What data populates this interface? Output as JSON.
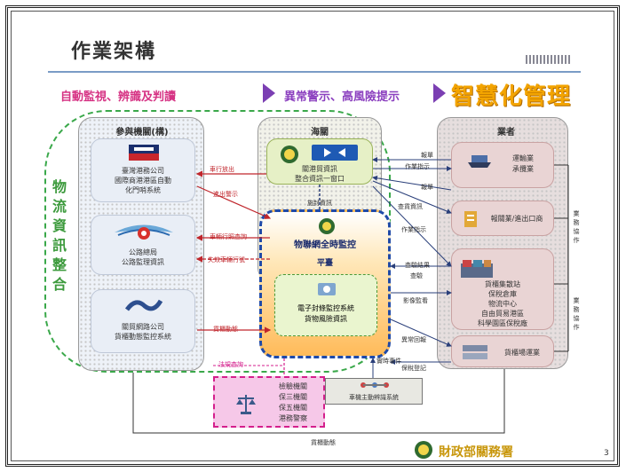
{
  "title": "作業架構",
  "banner": {
    "part1": "自動監視、辨識及判讀",
    "part2": "異常警示、高風險提示",
    "part3": "智慧化管理"
  },
  "side_title": [
    "物",
    "流",
    "資",
    "訊",
    "整",
    "合"
  ],
  "columns": {
    "left_head": "參與機關(構)",
    "mid_head": "海關",
    "right_head": "業者"
  },
  "left_boxes": [
    {
      "line1": "臺灣港務公司",
      "line2": "國際商港港區自動",
      "line3": "化門哨系統"
    },
    {
      "line1": "公路總局",
      "line2": "公路監理資訊",
      "line3": ""
    },
    {
      "line1": "關貿網路公司",
      "line2": "貨櫃動態監控系統",
      "line3": ""
    }
  ],
  "mid_box": {
    "line1": "關港貿資訊",
    "line2": "整合資訊一窗口"
  },
  "center": {
    "title": "物聯網全時監控",
    "sub": "平臺",
    "inner1": "電子封條監控系統",
    "inner2": "貨物風險資訊"
  },
  "right_boxes": [
    {
      "line1": "運輸業",
      "line2": "承攬業",
      "line3": "",
      "line4": "",
      "line5": ""
    },
    {
      "line1": "報關業/進出口商",
      "line2": "",
      "line3": "",
      "line4": "",
      "line5": ""
    },
    {
      "line1": "貨櫃集散站",
      "line2": "保稅倉庫",
      "line3": "物流中心",
      "line4": "自由貿易港區",
      "line5": "科學園區保稅廠"
    },
    {
      "line1": "貨櫃場運業",
      "line2": "",
      "line3": "",
      "line4": "",
      "line5": ""
    }
  ],
  "flows": {
    "door_inout": "車行放出",
    "inout_alarm": "進出警示",
    "vehicle_query": "車輛行照查詢",
    "driver_alarm": "失效車輛行號",
    "container_track": "貨櫃動態",
    "report1": "報單",
    "report2": "作業指示",
    "report3": "報單",
    "report4": "查貨資訊",
    "report5": "作業指示",
    "flow1": "施封資訊",
    "flow2": "查驗結果",
    "flow3": "查驗",
    "flow4": "影像監看",
    "flow5": "異常回報",
    "flow6": "保稅登記",
    "flow7": "實時事件",
    "bottom": "貨櫃動態",
    "pink_label": "法規查詢",
    "aside1": "業務協作",
    "aside2": "業務協作"
  },
  "pink_box": {
    "line1": "檢驗機關",
    "line2": "保三機關",
    "line3": "保五機關",
    "line4": "港務警察"
  },
  "grey_box": {
    "text": "車機主動辨識系統"
  },
  "footer": "財政部關務署",
  "page_number": "3"
}
